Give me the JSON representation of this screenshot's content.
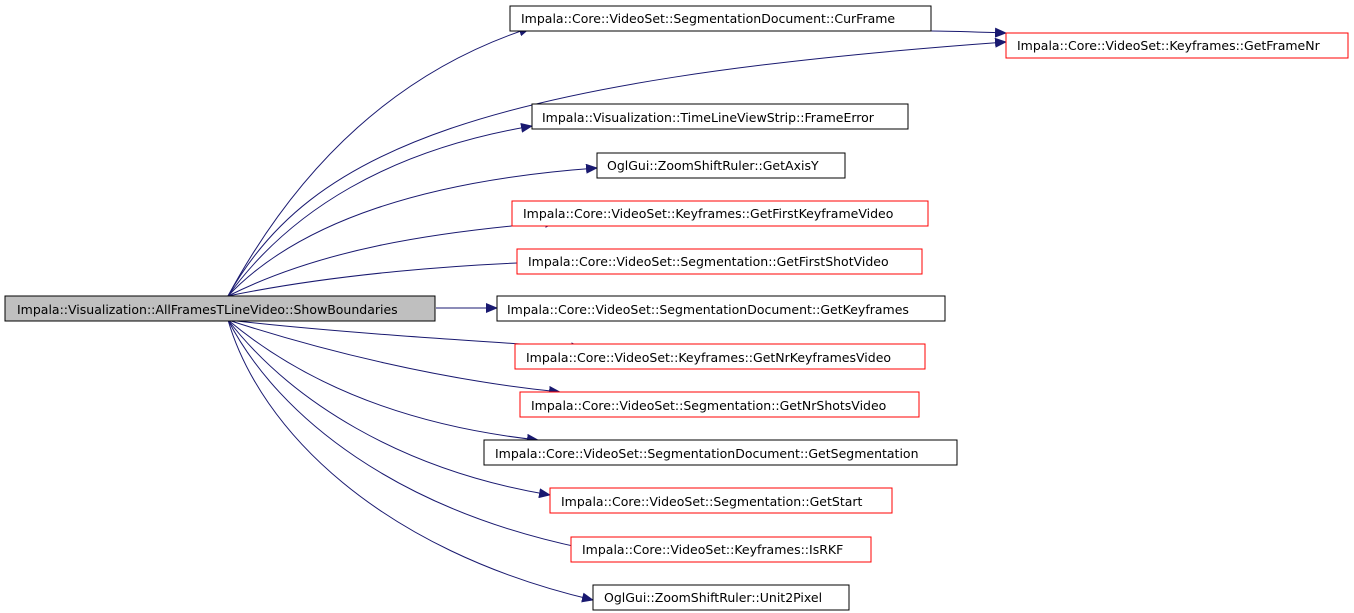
{
  "colors": {
    "edge": "#191970",
    "root_fill": "#bfbfbf",
    "border_default": "#000000",
    "border_linked": "#ff0000",
    "background": "#ffffff"
  },
  "root": {
    "label": "Impala::Visualization::AllFramesTLineVideo::ShowBoundaries"
  },
  "nodes": [
    {
      "id": "curframe",
      "label": "Impala::Core::VideoSet::SegmentationDocument::CurFrame",
      "border": "black"
    },
    {
      "id": "getframenr",
      "label": "Impala::Core::VideoSet::Keyframes::GetFrameNr",
      "border": "red"
    },
    {
      "id": "frameerror",
      "label": "Impala::Visualization::TimeLineViewStrip::FrameError",
      "border": "black"
    },
    {
      "id": "getaxisy",
      "label": "OglGui::ZoomShiftRuler::GetAxisY",
      "border": "black"
    },
    {
      "id": "getfirstkf",
      "label": "Impala::Core::VideoSet::Keyframes::GetFirstKeyframeVideo",
      "border": "red"
    },
    {
      "id": "getfirstshot",
      "label": "Impala::Core::VideoSet::Segmentation::GetFirstShotVideo",
      "border": "red"
    },
    {
      "id": "getkeyframes",
      "label": "Impala::Core::VideoSet::SegmentationDocument::GetKeyframes",
      "border": "black"
    },
    {
      "id": "getnrkf",
      "label": "Impala::Core::VideoSet::Keyframes::GetNrKeyframesVideo",
      "border": "red"
    },
    {
      "id": "getnrshots",
      "label": "Impala::Core::VideoSet::Segmentation::GetNrShotsVideo",
      "border": "red"
    },
    {
      "id": "getsegmentation",
      "label": "Impala::Core::VideoSet::SegmentationDocument::GetSegmentation",
      "border": "black"
    },
    {
      "id": "getstart",
      "label": "Impala::Core::VideoSet::Segmentation::GetStart",
      "border": "red"
    },
    {
      "id": "isrkf",
      "label": "Impala::Core::VideoSet::Keyframes::IsRKF",
      "border": "red"
    },
    {
      "id": "unit2pixel",
      "label": "OglGui::ZoomShiftRuler::Unit2Pixel",
      "border": "black"
    }
  ]
}
